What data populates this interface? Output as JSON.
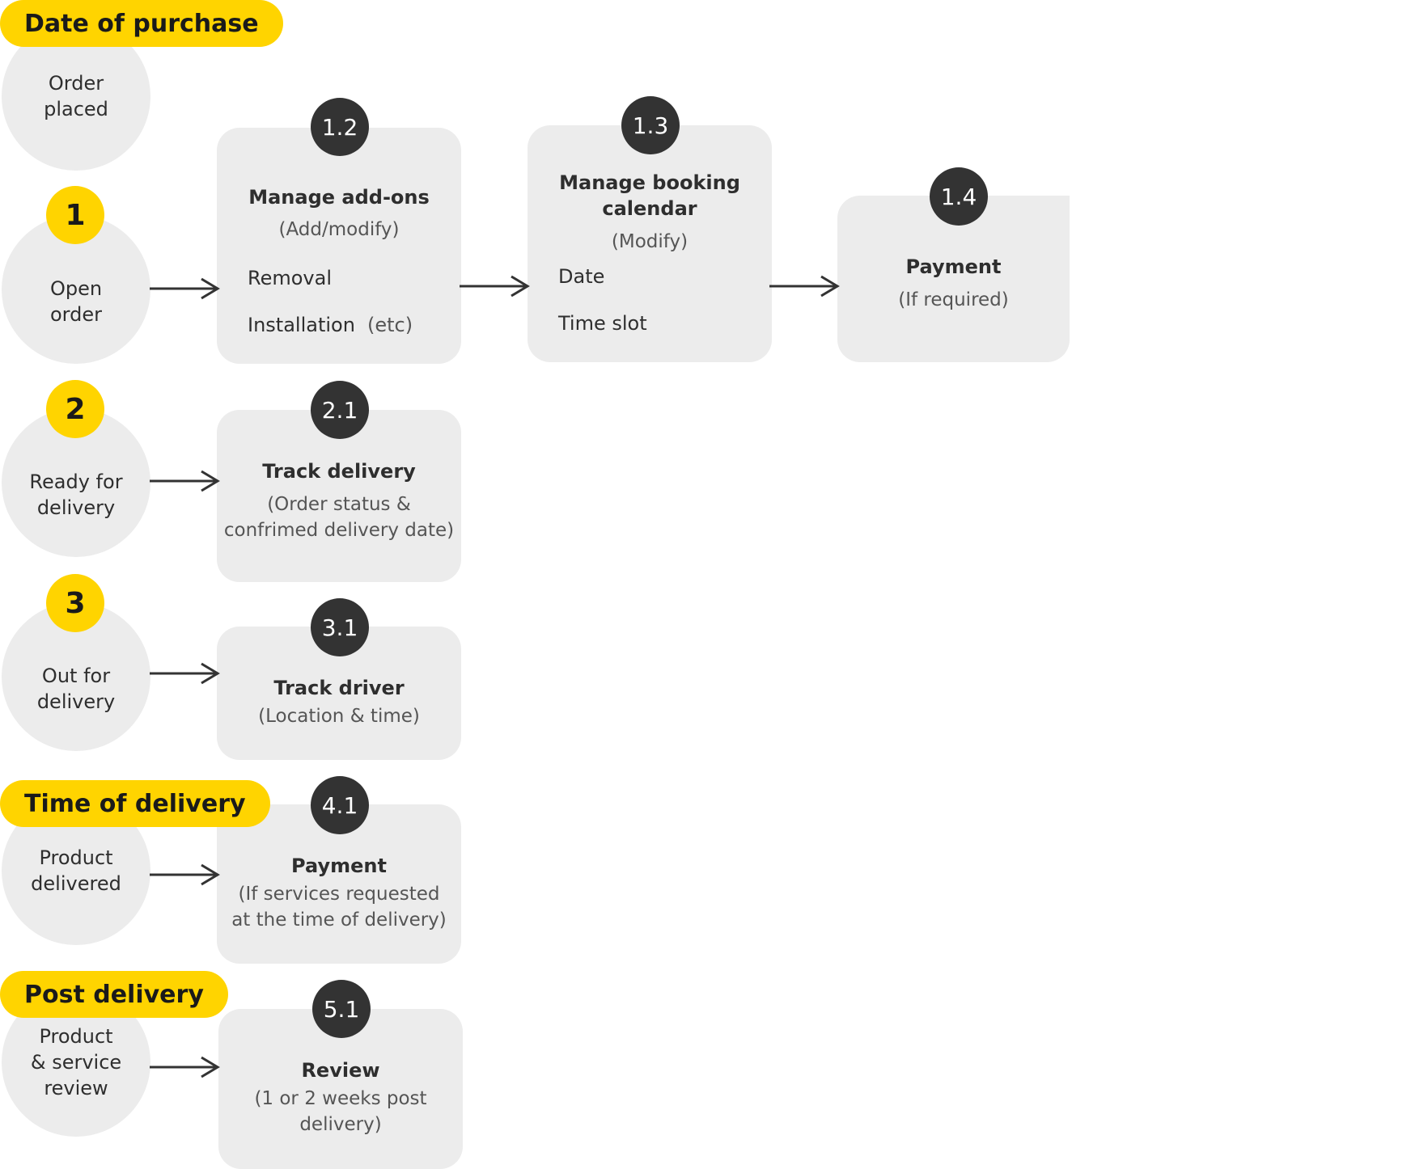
{
  "stages": {
    "date_of_purchase": "Date of purchase",
    "time_of_delivery": "Time of delivery",
    "post_delivery": "Post delivery"
  },
  "steps": [
    {
      "number": "",
      "lines": [
        "Order",
        "placed"
      ]
    },
    {
      "number": "1",
      "lines": [
        "Open",
        "order"
      ]
    },
    {
      "number": "2",
      "lines": [
        "Ready for",
        "delivery"
      ]
    },
    {
      "number": "3",
      "lines": [
        "Out for",
        "delivery"
      ]
    },
    {
      "number": "",
      "lines": [
        "Product",
        "delivered"
      ]
    },
    {
      "number": "",
      "lines": [
        "Product",
        "& service",
        "review"
      ]
    }
  ],
  "cards": {
    "c12": {
      "badge": "1.2",
      "title": "Manage add-ons",
      "subtitle": "(Add/modify)",
      "items": [
        "Removal",
        "Installation"
      ],
      "note": "(etc)"
    },
    "c13": {
      "badge": "1.3",
      "title_lines": [
        "Manage booking",
        "calendar"
      ],
      "subtitle": "(Modify)",
      "items": [
        "Date",
        "Time slot"
      ]
    },
    "c14": {
      "badge": "1.4",
      "title": "Payment",
      "subtitle": "(If required)"
    },
    "c21": {
      "badge": "2.1",
      "title": "Track delivery",
      "subtitle_lines": [
        "(Order status &",
        "confrimed delivery date)"
      ]
    },
    "c31": {
      "badge": "3.1",
      "title": "Track driver",
      "subtitle": "(Location & time)"
    },
    "c41": {
      "badge": "4.1",
      "title": "Payment",
      "subtitle_lines": [
        "(If services requested",
        "at the time of delivery)"
      ]
    },
    "c51": {
      "badge": "5.1",
      "title": "Review",
      "subtitle_lines": [
        "(1 or 2 weeks post",
        "delivery)"
      ]
    }
  },
  "colors": {
    "accent_yellow": "#ffd400",
    "badge_dark": "#333333",
    "card_gray": "#ececec"
  }
}
